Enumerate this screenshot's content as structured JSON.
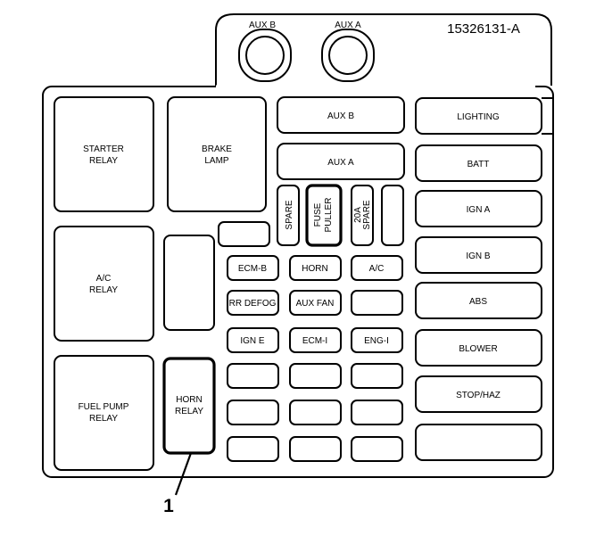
{
  "diagram": {
    "part_number": "15326131-A",
    "callout": "1",
    "top_fuses": [
      {
        "id": "aux_b_socket",
        "label": "AUX B"
      },
      {
        "id": "aux_a_socket",
        "label": "AUX A"
      }
    ],
    "relays": {
      "starter": [
        "STARTER",
        "RELAY"
      ],
      "brake": [
        "BRAKE",
        "LAMP"
      ],
      "ac": [
        "A/C",
        "RELAY"
      ],
      "fuel_pump": [
        "FUEL PUMP",
        "RELAY"
      ],
      "horn": [
        "HORN",
        "RELAY"
      ]
    },
    "maxi_fuses": {
      "aux_b": "AUX B",
      "aux_a": "AUX A"
    },
    "vertical_slots": {
      "spare": "SPARE",
      "fuse_puller": [
        "FUSE",
        "PULLER"
      ],
      "spare_20a": [
        "20A",
        "SPARE"
      ]
    },
    "mini_fuses": {
      "ecm_b": "ECM-B",
      "horn": "HORN",
      "ac": "A/C",
      "rr_defog": "RR DEFOG",
      "aux_fan": "AUX FAN",
      "ign_e": "IGN E",
      "ecm_i": "ECM-I",
      "eng_i": "ENG-I"
    },
    "right_fuses": {
      "lighting": "LIGHTING",
      "batt": "BATT",
      "ign_a": "IGN A",
      "ign_b": "IGN B",
      "abs": "ABS",
      "blower": "BLOWER",
      "stop_haz": "STOP/HAZ"
    }
  }
}
